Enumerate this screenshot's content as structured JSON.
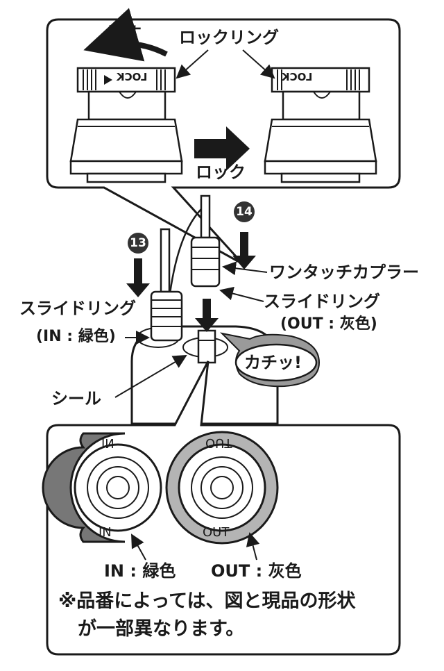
{
  "labels": {
    "rotate": "回す",
    "lock_ring": "ロックリング",
    "lock": "ロック",
    "lock_engraving": "LOCK",
    "step_13": "13",
    "step_14": "14",
    "one_touch_coupler": "ワンタッチカプラー",
    "slide_ring_left": "スライドリング",
    "slide_ring_left_sub": "(IN : 緑色)",
    "slide_ring_right": "スライドリング",
    "slide_ring_right_sub": "(OUT : 灰色)",
    "click_sound": "カチッ!",
    "seal": "シール",
    "ring_in": "IN",
    "ring_out": "OUT",
    "caption_in": "IN : 緑色",
    "caption_out": "OUT : 灰色",
    "note_line1": "※品番によっては、図と現品の形状",
    "note_line2": "が一部異なります。"
  },
  "colors": {
    "ink": "#1a1a1a",
    "in_ring_green": "#777777",
    "out_ring_gray": "#b4b4b4",
    "badge": "#333333"
  }
}
